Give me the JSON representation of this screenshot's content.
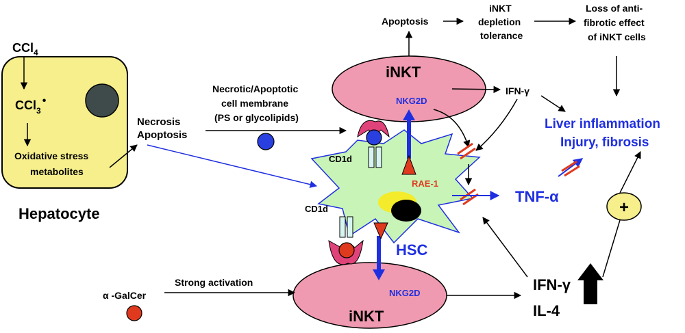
{
  "colors": {
    "hepatocyte_fill": "#f6ef8c",
    "inkt_fill": "#ef9ab0",
    "hsc_fill": "#c8f4b8",
    "blue_text": "#1f2fe0",
    "red_text": "#e03a1e",
    "plus_fill": "#f6ef8c"
  },
  "hepatocyte": {
    "ccl4": "CCl",
    "ccl4_sub": "4",
    "ccl3": "CCl",
    "ccl3_sub": "3",
    "ccl3_dot": "•",
    "oxidative_line1": "Oxidative stress",
    "oxidative_line2": "metabolites",
    "label": "Hepatocyte"
  },
  "necrosis": {
    "line1": "Necrosis",
    "line2": "Apoptosis"
  },
  "membrane": {
    "line1": "Necrotic/Apoptotic",
    "line2": "cell membrane",
    "line3": "(PS or glycolipids)"
  },
  "top": {
    "apoptosis": "Apoptosis",
    "depletion_line1": "iNKT",
    "depletion_line2": "depletion",
    "depletion_line3": "tolerance",
    "loss_line1": "Loss of anti-",
    "loss_line2": "fibrotic effect",
    "loss_line3": "of iNKT cells"
  },
  "inkt_top": {
    "label": "iNKT",
    "receptor": "NKG2D"
  },
  "inkt_bottom": {
    "label": "iNKT",
    "receptor": "NKG2D"
  },
  "ifn_top": "IFN-γ",
  "cd1d_top": "CD1d",
  "cd1d_bottom": "CD1d",
  "rae1": "RAE-1",
  "hsc": "HSC",
  "tnf": "TNF-α",
  "liver": {
    "line1": "Liver inflammation",
    "line2": "Injury, fibrosis"
  },
  "plus": "+",
  "galcer": {
    "label": "α -GalCer",
    "activation": "Strong activation"
  },
  "cytokines": {
    "ifn": "IFN-γ",
    "il4": "IL-4"
  }
}
